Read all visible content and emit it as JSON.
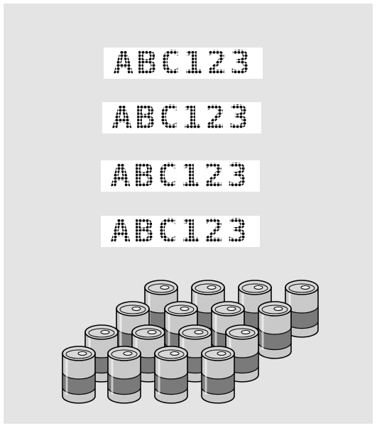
{
  "labels": [
    "ABC123",
    "ABC123",
    "ABC123",
    "ABC123"
  ],
  "colors": {
    "background": "#ffffff",
    "panel": "#e4e4e4",
    "arrow": "#000000",
    "can_body": "#c9c9c9",
    "can_band": "#7a7a7a",
    "can_top": "#d8d8d8"
  }
}
